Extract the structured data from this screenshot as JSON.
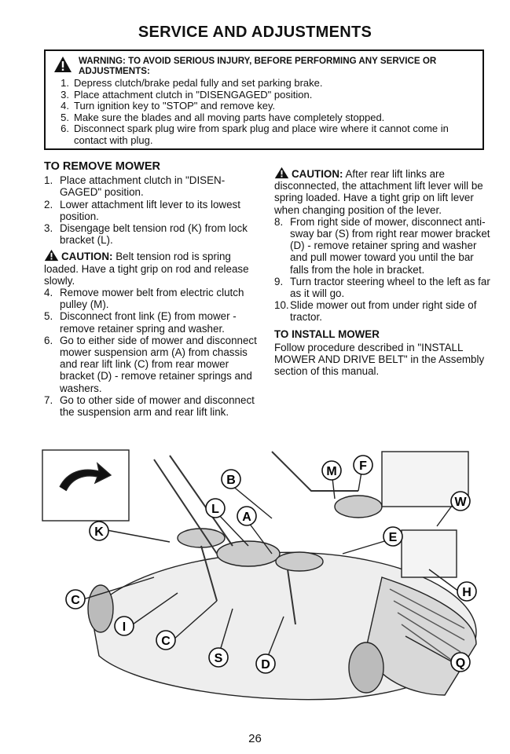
{
  "title": "SERVICE AND ADJUSTMENTS",
  "warning": {
    "heading": "WARNING: TO AVOID SERIOUS INJURY, BEFORE PERFORMING ANY SERVICE OR ADJUSTMENTS:",
    "steps": [
      {
        "n": "1.",
        "text": "Depress clutch/brake pedal fully and set parking brake."
      },
      {
        "n": "3.",
        "text": "Place attachment clutch in \"DISENGAGED\" position."
      },
      {
        "n": "4.",
        "text": "Turn ignition key to \"STOP\" and remove key."
      },
      {
        "n": "5.",
        "text": "Make sure the blades and all moving parts have completely stopped."
      },
      {
        "n": "6.",
        "text": "Disconnect spark plug wire from spark plug and place wire where it cannot come in contact with plug."
      }
    ]
  },
  "remove": {
    "heading": "TO REMOVE MOWER",
    "steps": [
      {
        "n": "1.",
        "text": "Place attachment clutch in \"DISEN-GAGED\" position."
      },
      {
        "n": "2.",
        "text": "Lower attachment lift lever to its lowest position."
      },
      {
        "n": "3.",
        "text": "Disengage belt tension rod (K) from lock bracket (L)."
      }
    ],
    "caution_label": "CAUTION:",
    "caution_text": "Belt tension rod is spring loaded. Have a tight grip on rod and release slowly.",
    "steps2": [
      {
        "n": "4.",
        "text": "Remove mower belt from electric clutch pulley (M)."
      },
      {
        "n": "5.",
        "text": "Disconnect front link (E) from mower - remove retainer spring and washer."
      },
      {
        "n": "6.",
        "text": "Go to either side of mower and disconnect mower suspension arm (A) from chassis and rear lift link (C) from rear mower bracket (D) - remove retainer springs and washers."
      },
      {
        "n": "7.",
        "text": "Go to other side of mower and disconnect the suspension arm and rear lift link."
      }
    ]
  },
  "right": {
    "caution_label": "CAUTION:",
    "caution_text": "After rear lift links are disconnected, the attachment lift lever will be spring loaded. Have a tight grip on lift lever when changing position of the lever.",
    "steps": [
      {
        "n": "8.",
        "text": "From right side of mower, disconnect anti-sway bar (S) from right rear mower bracket (D) - remove retainer spring and washer and pull mower toward you until the bar falls from the hole in bracket."
      },
      {
        "n": "9.",
        "text": "Turn tractor steering wheel to the left as far as it will go."
      },
      {
        "n": "10.",
        "text": "Slide mower out from under right side of tractor."
      }
    ],
    "install_heading": "TO INSTALL MOWER",
    "install_text": "Follow procedure described in \"INSTALL MOWER AND DRIVE BELT\" in the Assembly section of this manual."
  },
  "diagram": {
    "labels": {
      "B": "B",
      "L": "L",
      "A": "A",
      "M": "M",
      "F": "F",
      "W": "W",
      "K": "K",
      "E": "E",
      "H": "H",
      "C1": "C",
      "C2": "C",
      "I": "I",
      "S": "S",
      "D": "D",
      "Q": "Q"
    }
  },
  "page_number": "26"
}
